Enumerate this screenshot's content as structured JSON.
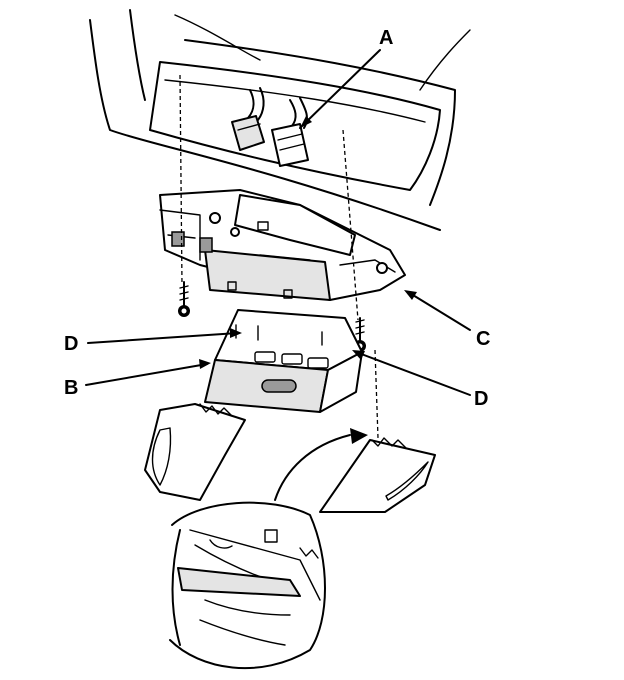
{
  "labels": {
    "a": "A",
    "b": "B",
    "c": "C",
    "d_left": "D",
    "d_right": "D"
  }
}
